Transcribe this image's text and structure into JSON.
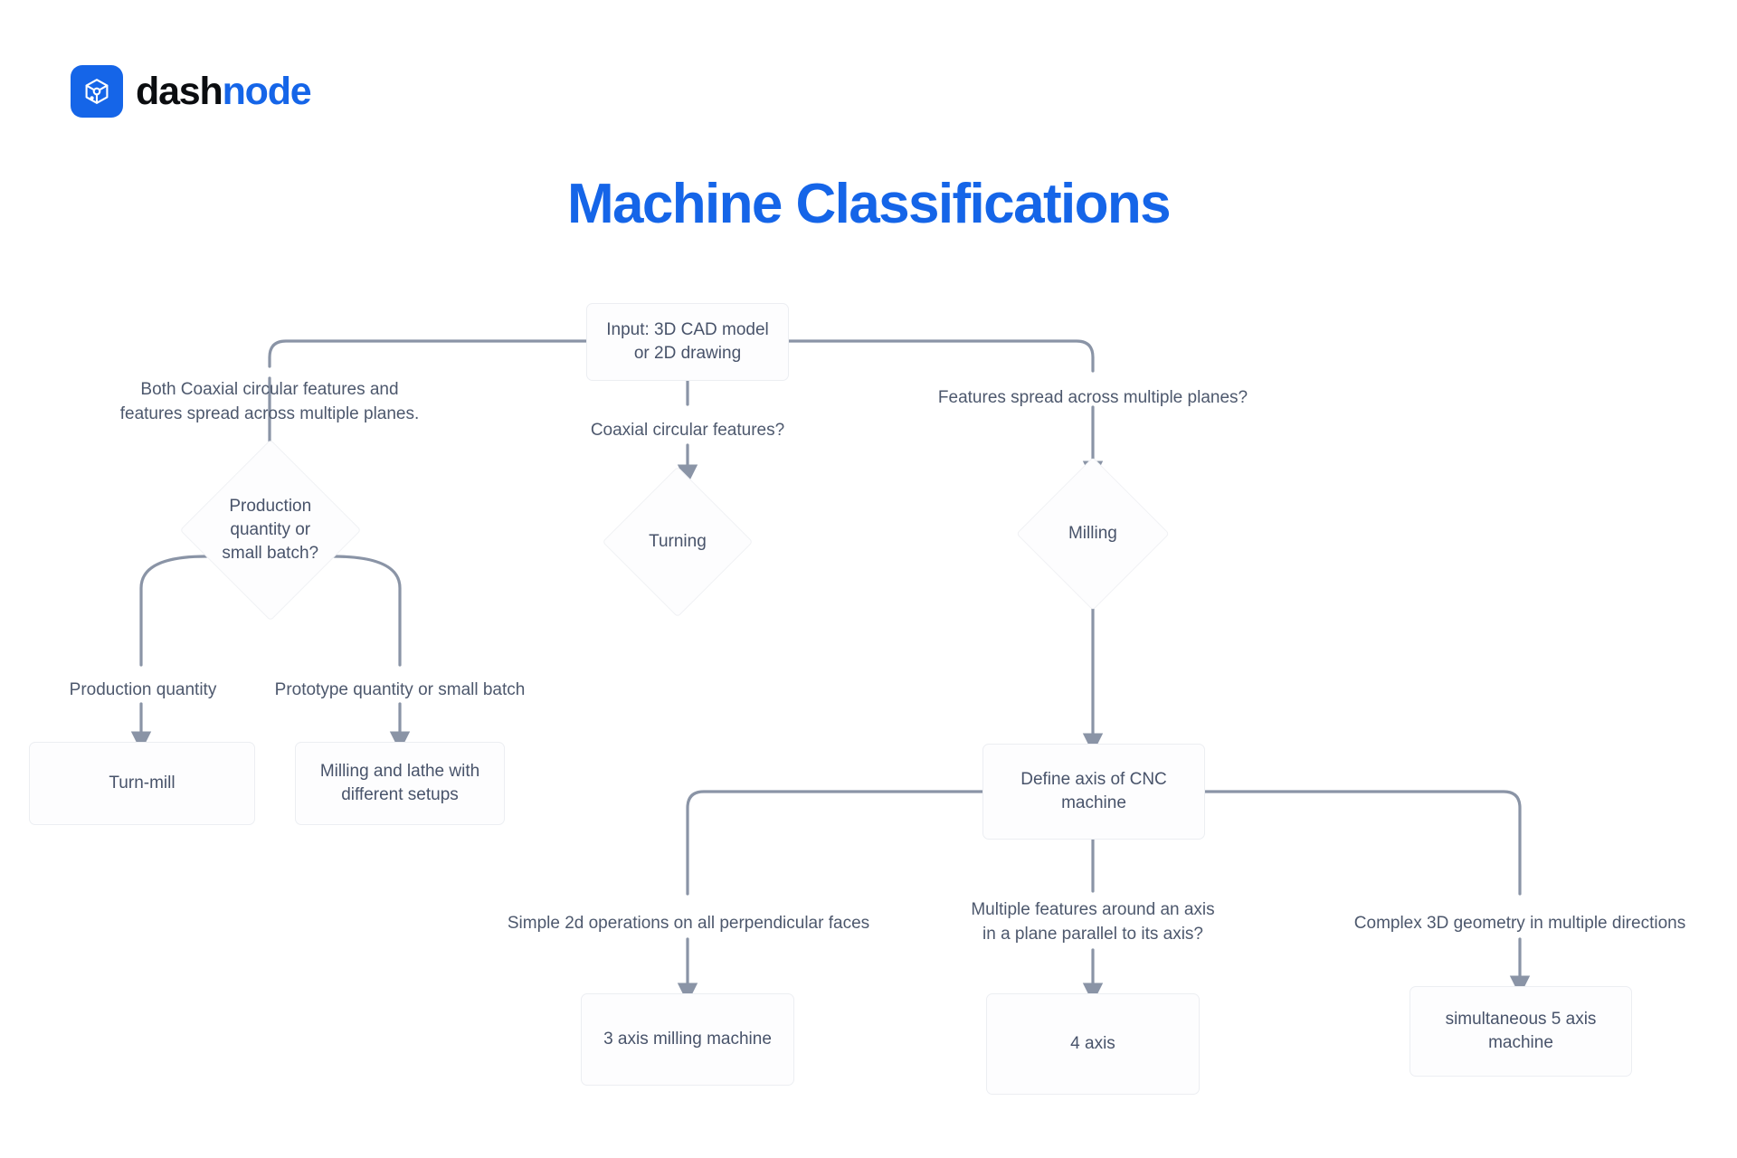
{
  "brand": {
    "mark_icon": "cube-node-icon",
    "name_part1": "dash",
    "name_part2": "node",
    "mark_color": "#1565E8"
  },
  "title": "Machine Classifications",
  "colors": {
    "accent": "#1565E8",
    "edge": "#8a94a6",
    "node_text": "#48536a",
    "node_border": "#eceef2",
    "node_fill": "#fdfdfe",
    "page_bg": "#ffffff"
  },
  "chart_data": {
    "type": "diagram",
    "title": "Machine Classifications",
    "nodes": [
      {
        "id": "input",
        "shape": "box",
        "label": "Input: 3D CAD model\nor 2D drawing"
      },
      {
        "id": "prodqty",
        "shape": "diamond",
        "label": "Production\nquantity or\nsmall batch?"
      },
      {
        "id": "turning",
        "shape": "diamond",
        "label": "Turning"
      },
      {
        "id": "milling",
        "shape": "diamond",
        "label": "Milling"
      },
      {
        "id": "turnmill",
        "shape": "box",
        "label": "Turn-mill"
      },
      {
        "id": "millathe",
        "shape": "box",
        "label": "Milling and lathe with\ndifferent setups"
      },
      {
        "id": "defineaxis",
        "shape": "box",
        "label": "Define axis of CNC\nmachine"
      },
      {
        "id": "axis3",
        "shape": "box",
        "label": "3 axis milling machine"
      },
      {
        "id": "axis4",
        "shape": "box",
        "label": "4 axis"
      },
      {
        "id": "axis5",
        "shape": "box",
        "label": "simultaneous 5 axis\nmachine"
      }
    ],
    "edges": [
      {
        "from": "input",
        "to": "prodqty",
        "label": "Both Coaxial circular features and\nfeatures spread across multiple planes."
      },
      {
        "from": "input",
        "to": "turning",
        "label": "Coaxial circular features?"
      },
      {
        "from": "input",
        "to": "milling",
        "label": "Features spread across multiple planes?"
      },
      {
        "from": "prodqty",
        "to": "turnmill",
        "label": "Production quantity"
      },
      {
        "from": "prodqty",
        "to": "millathe",
        "label": "Prototype quantity or small batch"
      },
      {
        "from": "milling",
        "to": "defineaxis",
        "label": ""
      },
      {
        "from": "defineaxis",
        "to": "axis3",
        "label": "Simple 2d operations on all perpendicular faces"
      },
      {
        "from": "defineaxis",
        "to": "axis4",
        "label": "Multiple features around an axis\nin a plane parallel to its axis?"
      },
      {
        "from": "defineaxis",
        "to": "axis5",
        "label": "Complex 3D geometry in multiple directions"
      }
    ]
  }
}
